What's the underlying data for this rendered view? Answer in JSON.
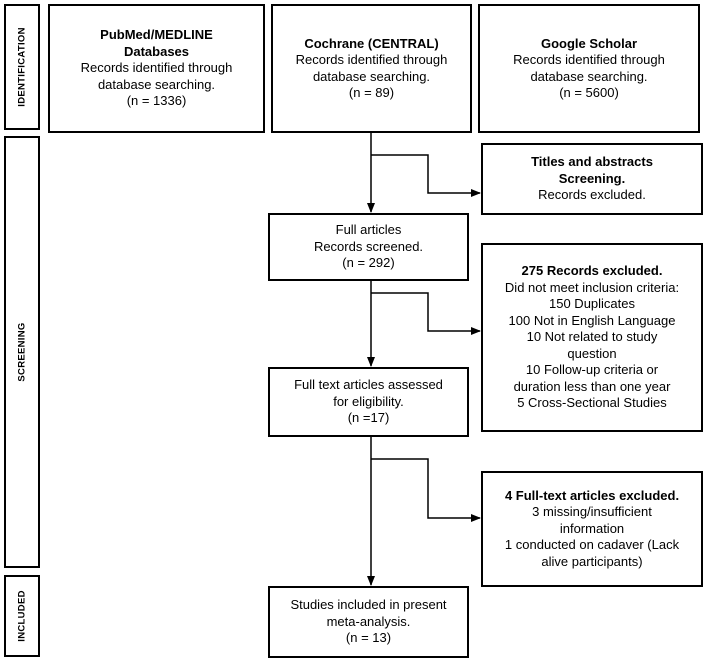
{
  "stages": {
    "identification": "IDENTIFICATION",
    "screening": "SCREENING",
    "included": "INCLUDED"
  },
  "boxes": {
    "pubmed": {
      "title_lines": [
        "PubMed/MEDLINE",
        "Databases"
      ],
      "body_lines": [
        "Records identified through",
        "database searching.",
        "(n = 1336)"
      ]
    },
    "cochrane": {
      "title_lines": [
        "Cochrane (CENTRAL)"
      ],
      "body_lines": [
        "Records identified through",
        "database searching.",
        "(n = 89)"
      ]
    },
    "scholar": {
      "title_lines": [
        "Google Scholar"
      ],
      "body_lines": [
        "Records identified through",
        "database searching.",
        "(n = 5600)"
      ]
    },
    "titles_excluded": {
      "title_lines": [
        "Titles and abstracts",
        "Screening."
      ],
      "body_lines": [
        "Records excluded."
      ]
    },
    "full_articles": {
      "title_lines": [],
      "body_lines": [
        "Full articles",
        "Records screened.",
        "(n = 292)"
      ]
    },
    "records_excluded": {
      "title_lines": [
        "275 Records excluded."
      ],
      "body_lines": [
        "Did not meet inclusion criteria:",
        "150 Duplicates",
        "100 Not in English Language",
        "10 Not related to study",
        "question",
        "10 Follow-up criteria or",
        "duration less than one year",
        "5 Cross-Sectional Studies"
      ]
    },
    "eligibility": {
      "title_lines": [],
      "body_lines": [
        "Full text articles assessed",
        "for eligibility.",
        "(n =17)"
      ]
    },
    "fulltext_excluded": {
      "title_lines": [
        "4 Full-text articles excluded."
      ],
      "body_lines": [
        "3 missing/insufficient",
        "information",
        "1 conducted on cadaver (Lack",
        "alive participants)"
      ]
    },
    "included_studies": {
      "title_lines": [],
      "body_lines": [
        "Studies included in present",
        "meta-analysis.",
        "(n = 13)"
      ]
    }
  }
}
